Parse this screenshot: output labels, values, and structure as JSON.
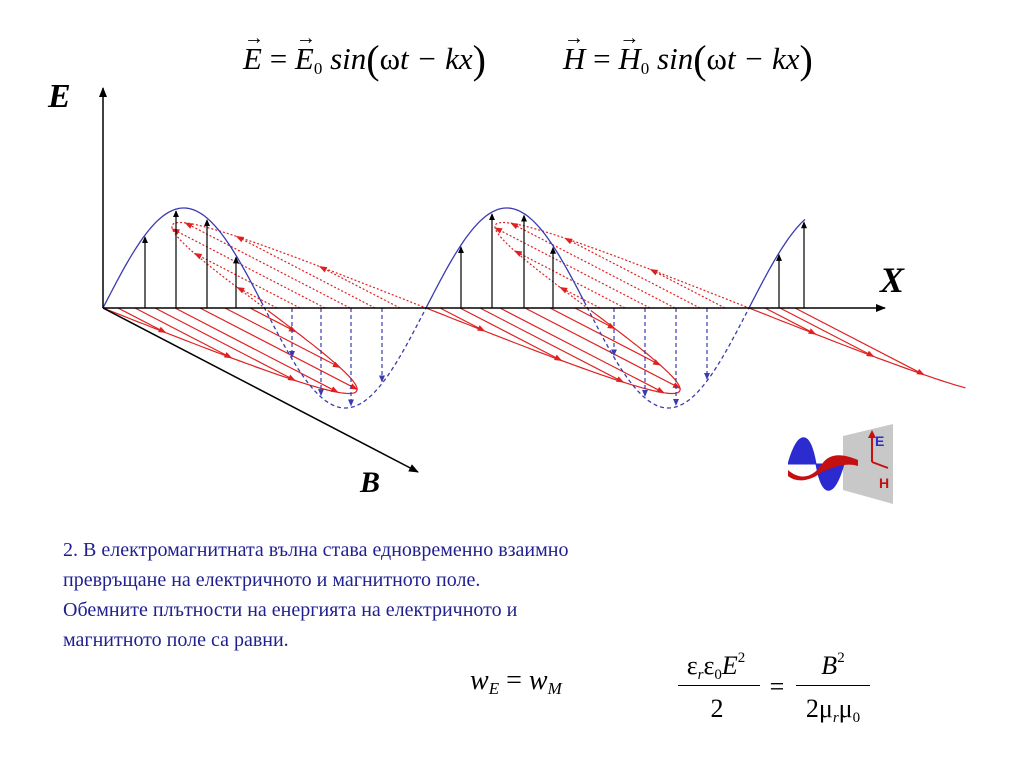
{
  "equations": {
    "e_field": {
      "lhs": "E",
      "rhs_vec": "E",
      "rhs_sub": "0",
      "func": "sin",
      "omega": "ω",
      "arg_tail": "t − kx"
    },
    "h_field": {
      "lhs": "H",
      "rhs_vec": "H",
      "rhs_sub": "0",
      "func": "sin",
      "omega": "ω",
      "arg_tail": "t − kx"
    }
  },
  "axes": {
    "vertical_label": "E",
    "horizontal_label": "X",
    "diagonal_label": "B"
  },
  "colors": {
    "e_wave": "#3b3bb0",
    "b_wave": "#e02020",
    "axis": "#000000",
    "text_blue": "#1f1f8f"
  },
  "paragraph": {
    "lines": [
      "2. В електромагнитната вълна става едновременно взаимно",
      "превръщане на електричното и магнитното поле.",
      "Обемните плътности на енергията на електричното и",
      "магнитното поле са равни."
    ]
  },
  "energy": {
    "w_lhs": "w",
    "w_lhs_sub": "E",
    "eq_sign": "=",
    "w_rhs": "w",
    "w_rhs_sub": "M",
    "num_left": {
      "eps": "ε",
      "eps_sub_r": "r",
      "eps0": "ε",
      "eps0_sub": "0",
      "E": "E",
      "pow": "2"
    },
    "den_left": "2",
    "num_right": {
      "B": "B",
      "pow": "2"
    },
    "den_right": {
      "two": "2",
      "mu": "μ",
      "mu_sub_r": "r",
      "mu0": "μ",
      "mu0_sub": "0"
    }
  },
  "icon": {
    "label_e": "E",
    "label_h": "H"
  }
}
